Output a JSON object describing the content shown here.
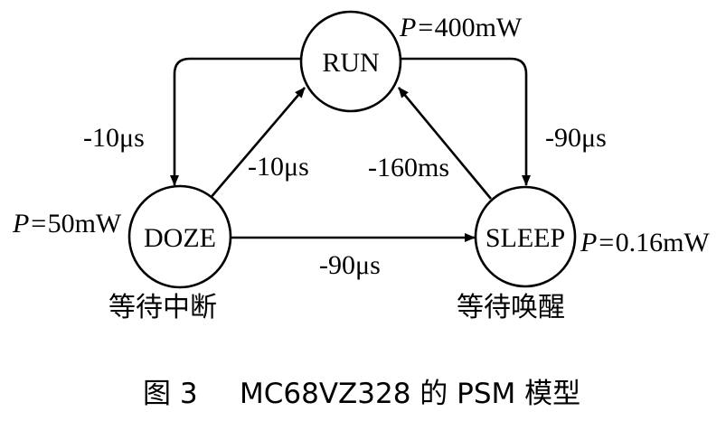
{
  "states": {
    "run": {
      "label": "RUN",
      "power": "400mW"
    },
    "doze": {
      "label": "DOZE",
      "power": "50mW",
      "note": "等待中断"
    },
    "sleep": {
      "label": "SLEEP",
      "power": "0.16mW",
      "note": "等待唤醒"
    }
  },
  "power_prefix": "P=",
  "transitions": {
    "run_to_doze": "-10μs",
    "doze_to_run": "-10μs",
    "run_to_sleep": "-90μs",
    "sleep_to_run": "-160ms",
    "doze_to_sleep": "-90μs"
  },
  "caption": {
    "figure": "图 3",
    "title": "MC68VZ328 的 PSM 模型"
  }
}
